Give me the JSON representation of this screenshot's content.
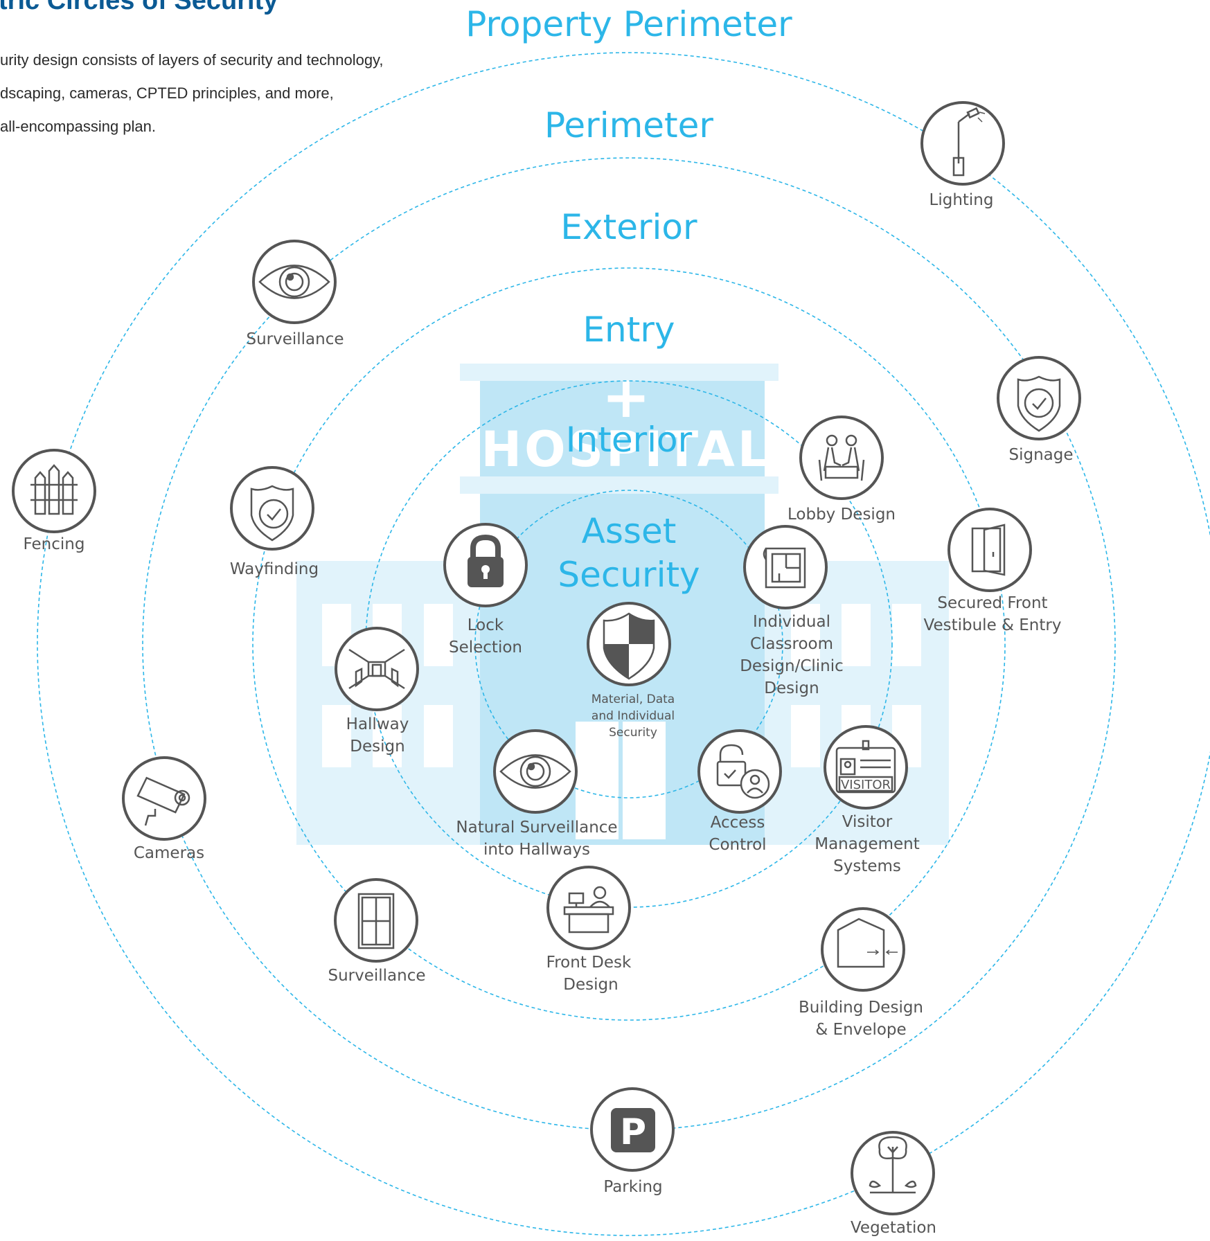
{
  "intro": {
    "title": "tric Circles of Security",
    "lines": [
      "urity design consists of layers of security and technology,",
      "dscaping, cameras, CPTED principles, and more,",
      "all-encompassing plan."
    ]
  },
  "colors": {
    "ring": "#2cb6e8",
    "icon": "#555555",
    "title": "#0b5a94",
    "building": "#bfe6f6"
  },
  "building": {
    "sign": "HOSPITAL",
    "cross": "+"
  },
  "rings": {
    "property_perimeter": "Property Perimeter",
    "perimeter": "Perimeter",
    "exterior": "Exterior",
    "entry": "Entry",
    "interior": "Interior",
    "asset_line1": "Asset",
    "asset_line2": "Security"
  },
  "items": {
    "lighting": {
      "icon": "streetlight-icon",
      "lines": [
        "Lighting"
      ]
    },
    "signage": {
      "icon": "shield-check-icon",
      "lines": [
        "Signage"
      ]
    },
    "surveillance_top": {
      "icon": "eye-icon",
      "lines": [
        "Surveillance"
      ]
    },
    "fencing": {
      "icon": "fence-icon",
      "lines": [
        "Fencing"
      ]
    },
    "wayfinding": {
      "icon": "shield-check-icon",
      "lines": [
        "Wayfinding"
      ]
    },
    "lobby": {
      "icon": "lobby-people-icon",
      "lines": [
        "Lobby Design"
      ]
    },
    "secured_front": {
      "icon": "door-icon",
      "lines": [
        "Secured Front",
        "Vestibule & Entry"
      ]
    },
    "lock": {
      "icon": "padlock-icon",
      "lines": [
        "Lock",
        "Selection"
      ]
    },
    "classroom": {
      "icon": "floor-plan-icon",
      "lines": [
        "Individual",
        "Classroom",
        "Design/Clinic",
        "Design"
      ]
    },
    "material": {
      "icon": "security-shield-icon",
      "lines": [
        "Material, Data",
        "and Individual",
        "Security"
      ]
    },
    "hallway": {
      "icon": "hallway-icon",
      "lines": [
        "Hallway",
        "Design"
      ]
    },
    "natural_surveillance": {
      "icon": "eye-icon",
      "lines": [
        "Natural Surveillance",
        "into Hallways"
      ]
    },
    "access_control": {
      "icon": "access-lock-icon",
      "lines": [
        "Access",
        "Control"
      ]
    },
    "visitor": {
      "icon": "visitor-badge-icon",
      "badge": "VISITOR",
      "lines": [
        "Visitor",
        "Management",
        "Systems"
      ]
    },
    "cameras": {
      "icon": "camera-icon",
      "lines": [
        "Cameras"
      ]
    },
    "surveillance_bottom": {
      "icon": "window-icon",
      "lines": [
        "Surveillance"
      ]
    },
    "front_desk": {
      "icon": "front-desk-icon",
      "lines": [
        "Front Desk",
        "Design"
      ]
    },
    "building_design": {
      "icon": "building-envelope-icon",
      "lines": [
        "Building Design",
        "& Envelope"
      ]
    },
    "parking": {
      "icon": "parking-icon",
      "letter": "P",
      "lines": [
        "Parking"
      ]
    },
    "vegetation": {
      "icon": "tree-icon",
      "lines": [
        "Vegetation"
      ]
    }
  }
}
